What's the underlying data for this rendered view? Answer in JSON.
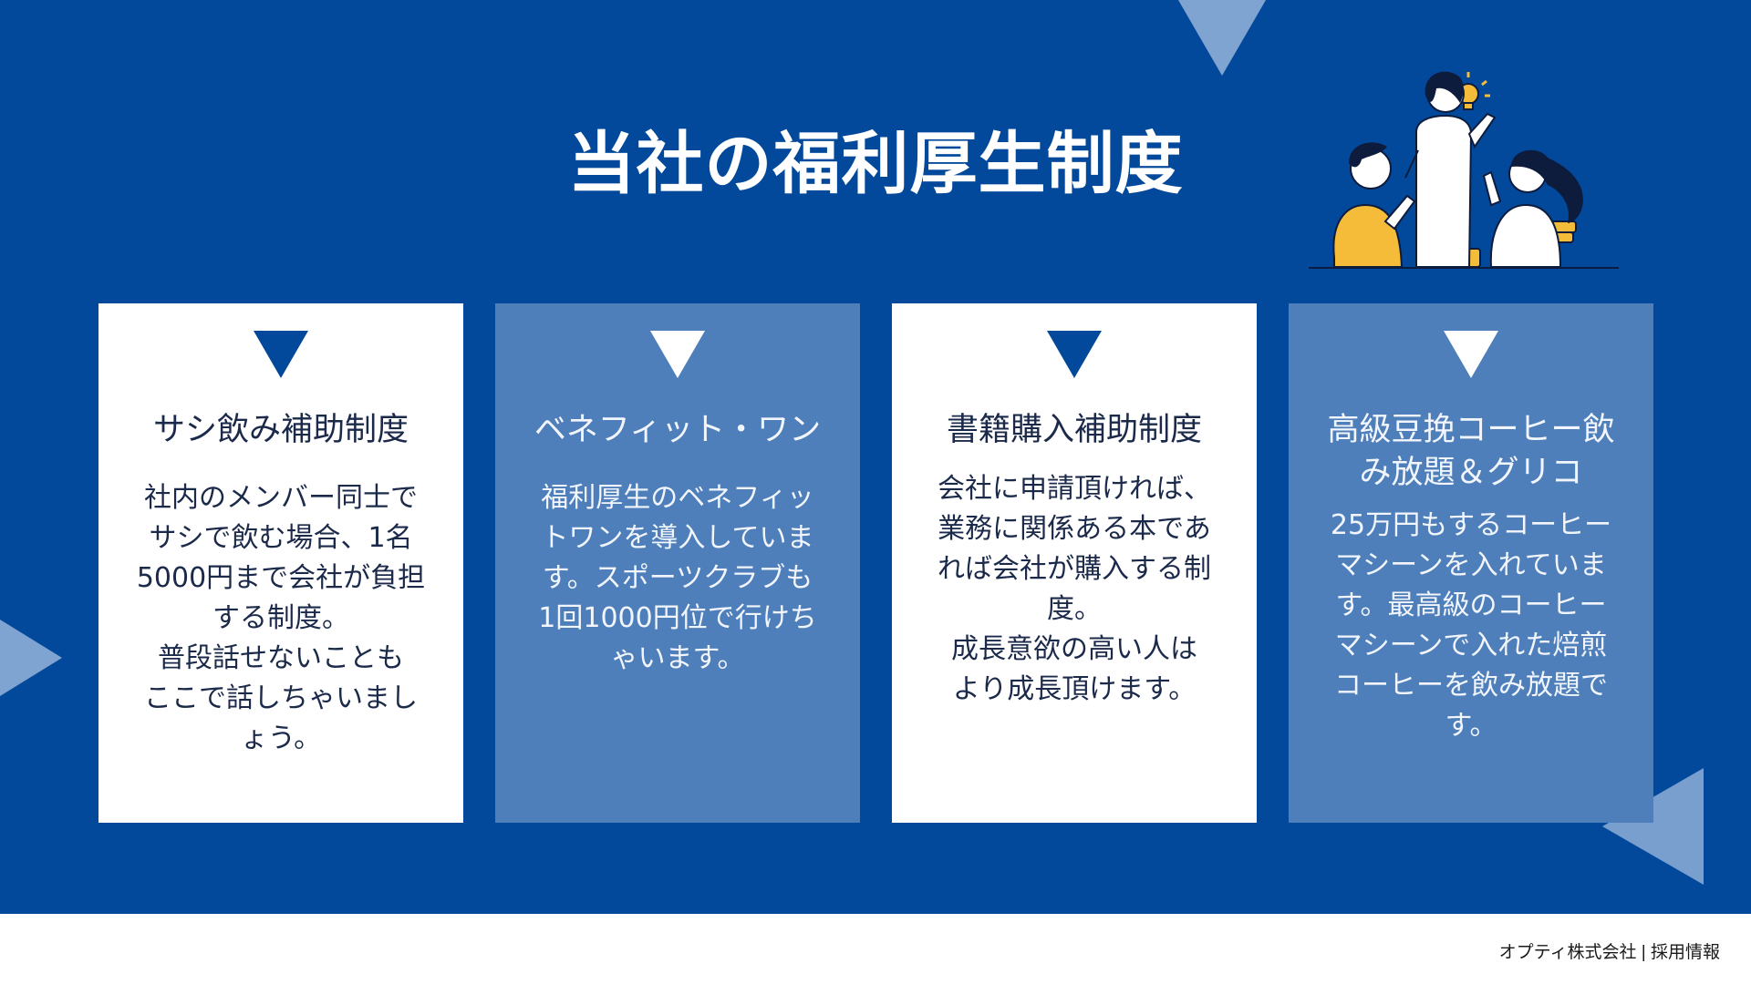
{
  "title": "当社の福利厚生制度",
  "cards": [
    {
      "title": "サシ飲み補助制度",
      "body": "社内のメンバー同士で\nサシで飲む場合、1名\n5000円まで会社が負担\nする制度。\n普段話せないことも\nここで話しちゃいまし\nょう。"
    },
    {
      "title": "ベネフィット・ワン",
      "body": "福利厚生のベネフィッ\nトワンを導入していま\nす。スポーツクラブも\n1回1000円位で行けち\nゃいます。"
    },
    {
      "title": "書籍購入補助制度",
      "body": "会社に申請頂ければ、\n業務に関係ある本であ\nれば会社が購入する制\n度。\n成長意欲の高い人は\nより成長頂けます。"
    },
    {
      "title": "高級豆挽コーヒー飲み放題＆グリコ",
      "body": "25万円もするコーヒー\nマシーンを入れていま\nす。最高級のコーヒー\nマシーンで入れた焙煎\nコーヒーを飲み放題で\nす。"
    }
  ],
  "footer": {
    "text": "オプティ株式会社 | 採用情報"
  },
  "colors": {
    "background": "#03499b",
    "card_white": "#ffffff",
    "card_blue": "#4e7fba",
    "accent_light": "#7fa4d1",
    "illustration_yellow": "#f5bc3a"
  }
}
